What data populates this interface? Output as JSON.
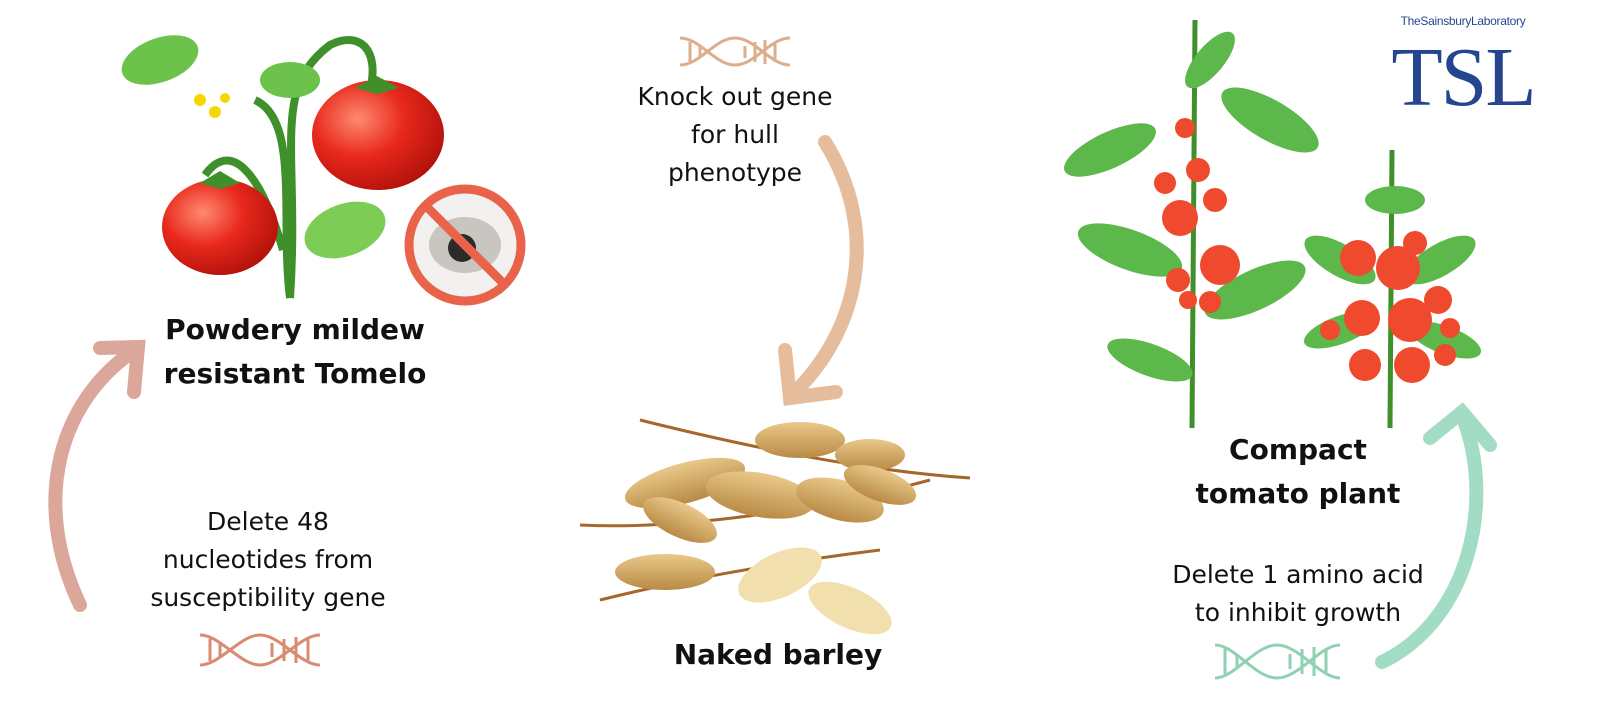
{
  "logo": {
    "subtitle": "TheSainsburyLaboratory",
    "mark": "TSL",
    "color": "#25468f"
  },
  "steps": {
    "tomelo": {
      "title_lines": [
        "Powdery mildew",
        "resistant Tomelo"
      ],
      "edit_lines": [
        "Delete 48",
        "nucleotides from",
        "susceptibility gene"
      ],
      "dna_color": "#d98a70",
      "arrow_color": "#dba79b"
    },
    "barley": {
      "edit_lines": [
        "Knock out gene",
        "for hull",
        "phenotype"
      ],
      "title": "Naked barley",
      "dna_color": "#dcae8e",
      "arrow_color": "#e6bd9c"
    },
    "tomato": {
      "title_lines": [
        "Compact",
        "tomato plant"
      ],
      "edit_lines": [
        "Delete 1 amino acid",
        "to inhibit growth"
      ],
      "dna_color": "#8fd2b2",
      "arrow_color": "#a3dcc4"
    }
  },
  "icons": [
    "dna-icon",
    "arrow-icon",
    "tomato-icon",
    "no-mildew-icon",
    "barley-icon",
    "tomato-plant-icon"
  ]
}
